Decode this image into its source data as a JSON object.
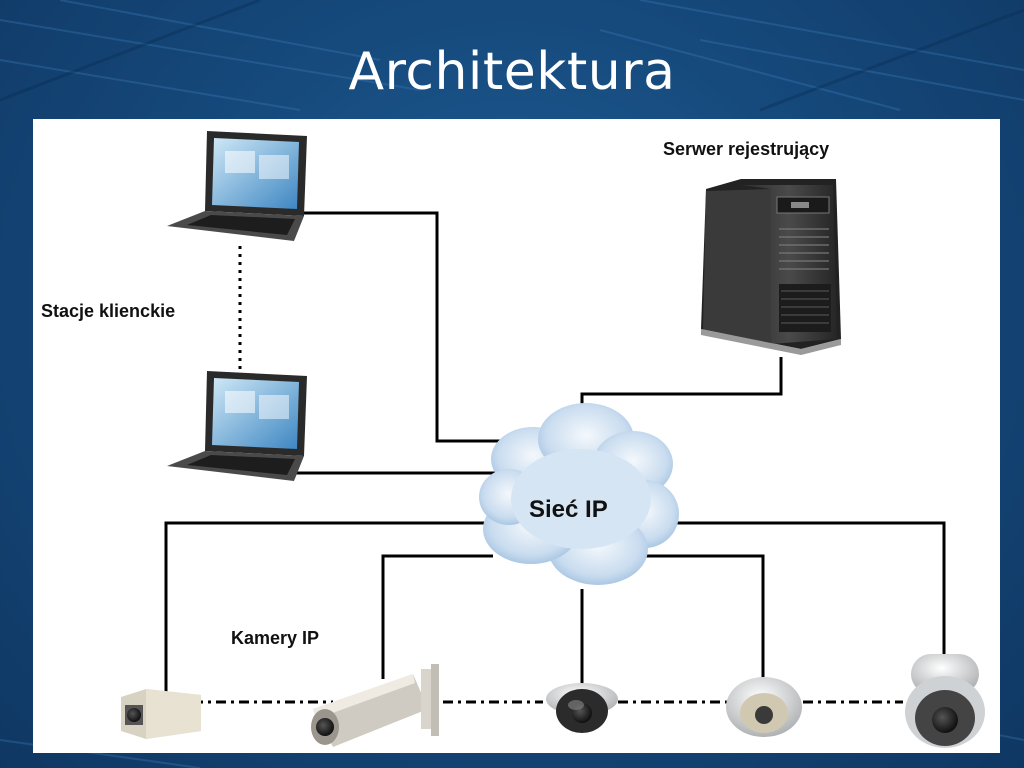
{
  "slide": {
    "title": "Architektura"
  },
  "diagram": {
    "server_label": "Serwer rejestrujący",
    "clients_label": "Stacje klienckie",
    "network_label": "Sieć IP",
    "cameras_label": "Kamery IP"
  },
  "colors": {
    "background": "#164a7d",
    "panel": "#ffffff",
    "lines": "#000000"
  }
}
